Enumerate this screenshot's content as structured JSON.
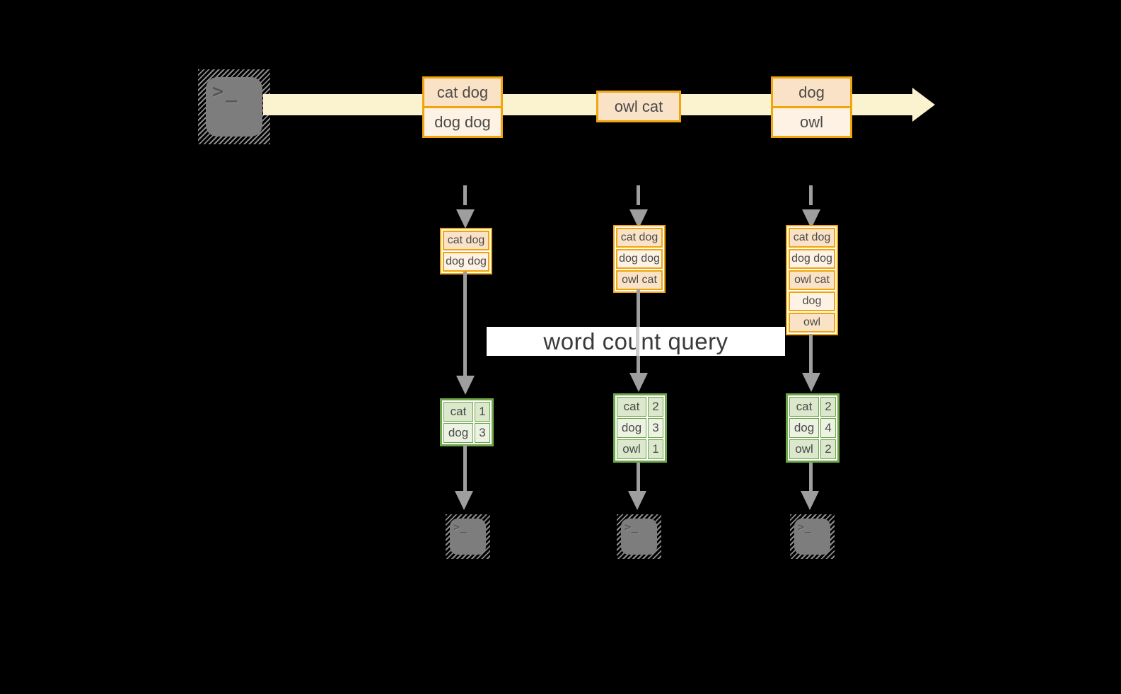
{
  "query_label": "word count query",
  "terminal_glyph": ">_",
  "stream_events": [
    {
      "rows": [
        "cat dog",
        "dog dog"
      ]
    },
    {
      "rows": [
        "owl cat"
      ]
    },
    {
      "rows": [
        "dog",
        "owl"
      ]
    }
  ],
  "state_buffers": [
    {
      "rows": [
        "cat dog",
        "dog dog"
      ]
    },
    {
      "rows": [
        "cat dog",
        "dog dog",
        "owl cat"
      ]
    },
    {
      "rows": [
        "cat dog",
        "dog dog",
        "owl cat",
        "dog",
        "owl"
      ]
    }
  ],
  "count_tables": [
    {
      "rows": [
        [
          "cat",
          "1"
        ],
        [
          "dog",
          "3"
        ]
      ]
    },
    {
      "rows": [
        [
          "cat",
          "2"
        ],
        [
          "dog",
          "3"
        ],
        [
          "owl",
          "1"
        ]
      ]
    },
    {
      "rows": [
        [
          "cat",
          "2"
        ],
        [
          "dog",
          "4"
        ],
        [
          "owl",
          "2"
        ]
      ]
    }
  ],
  "colors": {
    "background": "#000000",
    "stream_band": "#FBF2D0",
    "event_border": "#F0A50C",
    "event_fill_dark": "#FAE2C6",
    "event_fill_light": "#FDF2E3",
    "table_border": "#6EA64A",
    "table_fill_dark": "#DBE8CB",
    "table_fill_light": "#EDF3E3",
    "arrow_gray": "#9E9E9E",
    "icon_gray": "#7D7D7D",
    "text": "#4A4A4A"
  }
}
